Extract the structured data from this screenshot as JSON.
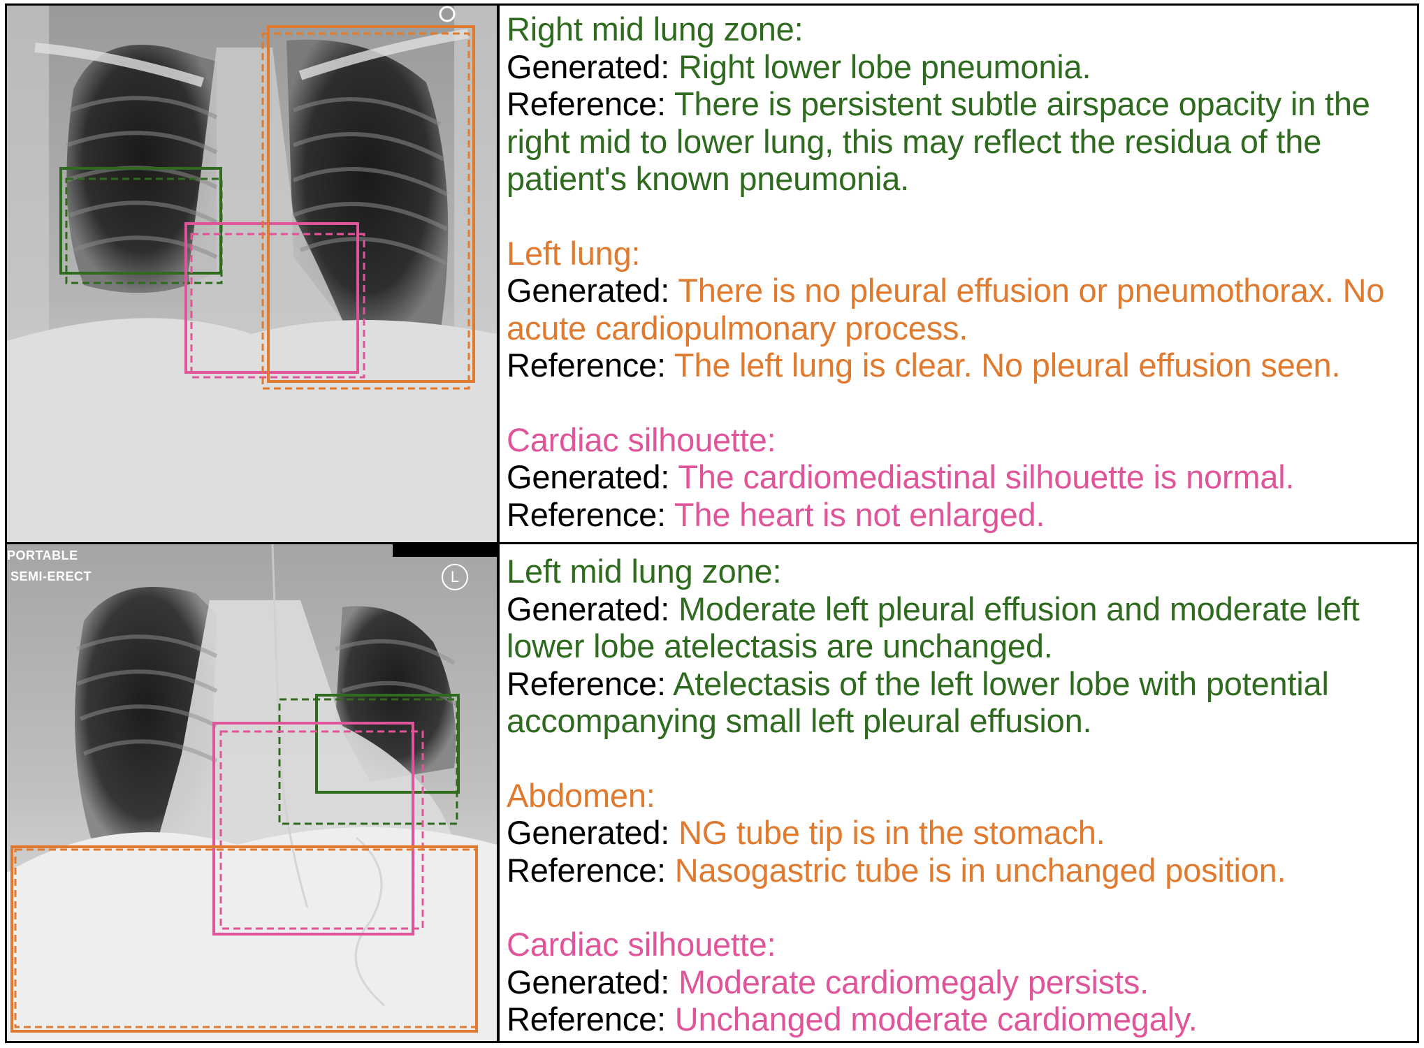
{
  "colors": {
    "green": "#2e6b1f",
    "orange": "#e07a2e",
    "pink": "#e0559a",
    "label": "#000000"
  },
  "top": {
    "image_overlay": {},
    "sections": [
      {
        "color": "green",
        "title": "Right mid lung zone:",
        "generated_label": "Generated:",
        "generated": "Right lower lobe pneumonia.",
        "reference_label": "Reference:",
        "reference": "There is persistent subtle airspace opacity in the right mid to lower lung, this may reflect the residua of the patient's known pneumonia."
      },
      {
        "color": "orange",
        "title": "Left lung:",
        "generated_label": "Generated:",
        "generated": "There is no pleural effusion or pneumothorax. No acute cardiopulmonary process.",
        "reference_label": "Reference:",
        "reference": "The left lung is clear. No pleural effusion seen."
      },
      {
        "color": "pink",
        "title": "Cardiac silhouette:",
        "generated_label": "Generated:",
        "generated": "The cardiomediastinal silhouette is normal.",
        "reference_label": "Reference:",
        "reference": "The heart is not enlarged."
      }
    ]
  },
  "bottom": {
    "image_overlay": {
      "line1": "PORTABLE",
      "line2": "SEMI-ERECT",
      "marker": "L"
    },
    "sections": [
      {
        "color": "green",
        "title": "Left mid lung zone:",
        "generated_label": "Generated:",
        "generated": "Moderate left pleural effusion and moderate left lower lobe atelectasis are unchanged.",
        "reference_label": "Reference:",
        "reference": "Atelectasis of the left lower lobe with potential accompanying small left pleural effusion."
      },
      {
        "color": "orange",
        "title": "Abdomen:",
        "generated_label": "Generated:",
        "generated": "NG tube tip is in the stomach.",
        "reference_label": "Reference:",
        "reference": "Nasogastric tube is in unchanged position."
      },
      {
        "color": "pink",
        "title": "Cardiac silhouette:",
        "generated_label": "Generated:",
        "generated": "Moderate cardiomegaly persists.",
        "reference_label": "Reference:",
        "reference": "Unchanged moderate cardiomegaly."
      }
    ]
  }
}
